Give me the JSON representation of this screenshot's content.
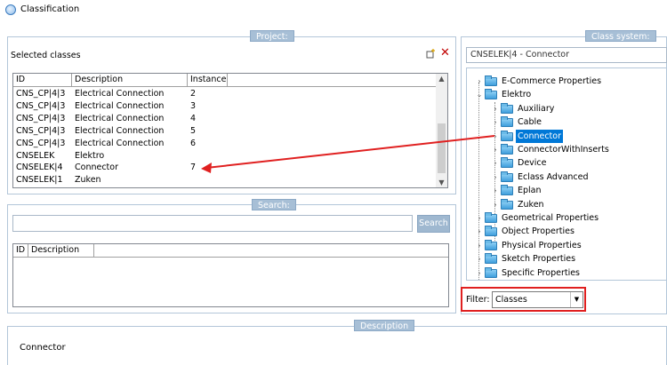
{
  "window": {
    "title": "Classification"
  },
  "project": {
    "legend": "Project:",
    "selected_label": "Selected classes",
    "columns": {
      "id": "ID",
      "description": "Description",
      "instance": "Instance"
    },
    "rows": [
      {
        "id": "CNS_CP|4|3",
        "description": "Electrical Connection",
        "instance": "2"
      },
      {
        "id": "CNS_CP|4|3",
        "description": "Electrical Connection",
        "instance": "3"
      },
      {
        "id": "CNS_CP|4|3",
        "description": "Electrical Connection",
        "instance": "4"
      },
      {
        "id": "CNS_CP|4|3",
        "description": "Electrical Connection",
        "instance": "5"
      },
      {
        "id": "CNS_CP|4|3",
        "description": "Electrical Connection",
        "instance": "6"
      },
      {
        "id": "CNSELEK",
        "description": "Elektro",
        "instance": ""
      },
      {
        "id": "CNSELEK|4",
        "description": "Connector",
        "instance": "7"
      },
      {
        "id": "CNSELEK|1",
        "description": "Zuken",
        "instance": ""
      }
    ]
  },
  "search": {
    "legend": "Search:",
    "input_value": "",
    "button_label": "Search",
    "columns": {
      "id": "ID",
      "description": "Description"
    }
  },
  "class_system": {
    "legend": "Class system:",
    "current": "CNSELEK|4 - Connector",
    "tree": [
      {
        "label": "E-Commerce Properties",
        "level": 0,
        "expanded": false
      },
      {
        "label": "Elektro",
        "level": 0,
        "expanded": true
      },
      {
        "label": "Auxiliary",
        "level": 1,
        "expanded": false
      },
      {
        "label": "Cable",
        "level": 1,
        "expanded": false
      },
      {
        "label": "Connector",
        "level": 1,
        "expanded": false,
        "selected": true
      },
      {
        "label": "ConnectorWithInserts",
        "level": 1,
        "expanded": false
      },
      {
        "label": "Device",
        "level": 1,
        "expanded": false
      },
      {
        "label": "Eclass Advanced",
        "level": 1,
        "expanded": false
      },
      {
        "label": "Eplan",
        "level": 1,
        "expanded": false
      },
      {
        "label": "Zuken",
        "level": 1,
        "expanded": false
      },
      {
        "label": "Geometrical Properties",
        "level": 0,
        "expanded": false
      },
      {
        "label": "Object Properties",
        "level": 0,
        "expanded": false
      },
      {
        "label": "Physical Properties",
        "level": 0,
        "expanded": false
      },
      {
        "label": "Sketch Properties",
        "level": 0,
        "expanded": false
      },
      {
        "label": "Specific Properties",
        "level": 0,
        "expanded": false
      }
    ],
    "filter_label": "Filter:",
    "filter_value": "Classes"
  },
  "description": {
    "legend": "Description",
    "text": "Connector"
  },
  "colors": {
    "legend_bg": "#a7bfd6",
    "selection": "#0078d7",
    "annotation_red": "#e02020"
  }
}
